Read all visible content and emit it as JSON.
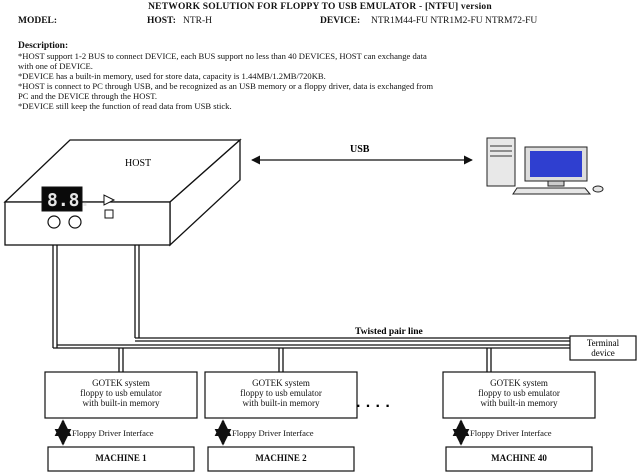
{
  "title": "NETWORK SOLUTION FOR FLOPPY TO USB EMULATOR  - [NTFU] version",
  "header": {
    "model_label": "MODEL:",
    "host_label": "HOST:",
    "host_value": "NTR-H",
    "device_label": "DEVICE:",
    "device_values": "NTR1M44-FU  NTR1M2-FU  NTRM72-FU"
  },
  "description": {
    "heading": "Description:",
    "lines": [
      "*HOST support 1-2 BUS to connect DEVICE, each BUS support no less than 40 DEVICES, HOST can exchange data",
      "  with one of DEVICE.",
      "*DEVICE has a built-in memory, used for store data, capacity is 1.44MB/1.2MB/720KB.",
      "*HOST is connect to PC through USB, and be recognized as an USB memory or a floppy driver, data is exchanged from",
      "  PC and the DEVICE through the HOST.",
      "*DEVICE still keep the function of read data from USB stick."
    ]
  },
  "diagram": {
    "host_label": "HOST",
    "host_display": "8.8.",
    "usb_label": "USB",
    "twisted_pair_label": "Twisted pair line",
    "terminal_label": [
      "Terminal",
      "device"
    ],
    "ellipsis": "·  ·  ·  ·",
    "devices": [
      {
        "lines": [
          "GOTEK system",
          "floppy to usb emulator",
          "with built-in memory"
        ],
        "interface": "Floppy Driver Interface",
        "machine": "MACHINE 1"
      },
      {
        "lines": [
          "GOTEK system",
          "floppy to usb emulator",
          "with built-in memory"
        ],
        "interface": "Floppy Driver Interface",
        "machine": "MACHINE 2"
      },
      {
        "lines": [
          "GOTEK system",
          "floppy to usb emulator",
          "with built-in memory"
        ],
        "interface": "Floppy Driver Interface",
        "machine": "MACHINE 40"
      }
    ]
  },
  "colors": {
    "line": "#111111",
    "pc_screen": "#2f3fd0",
    "display_bg": "#0a0a0a",
    "display_digits": "#e6e6e6"
  }
}
